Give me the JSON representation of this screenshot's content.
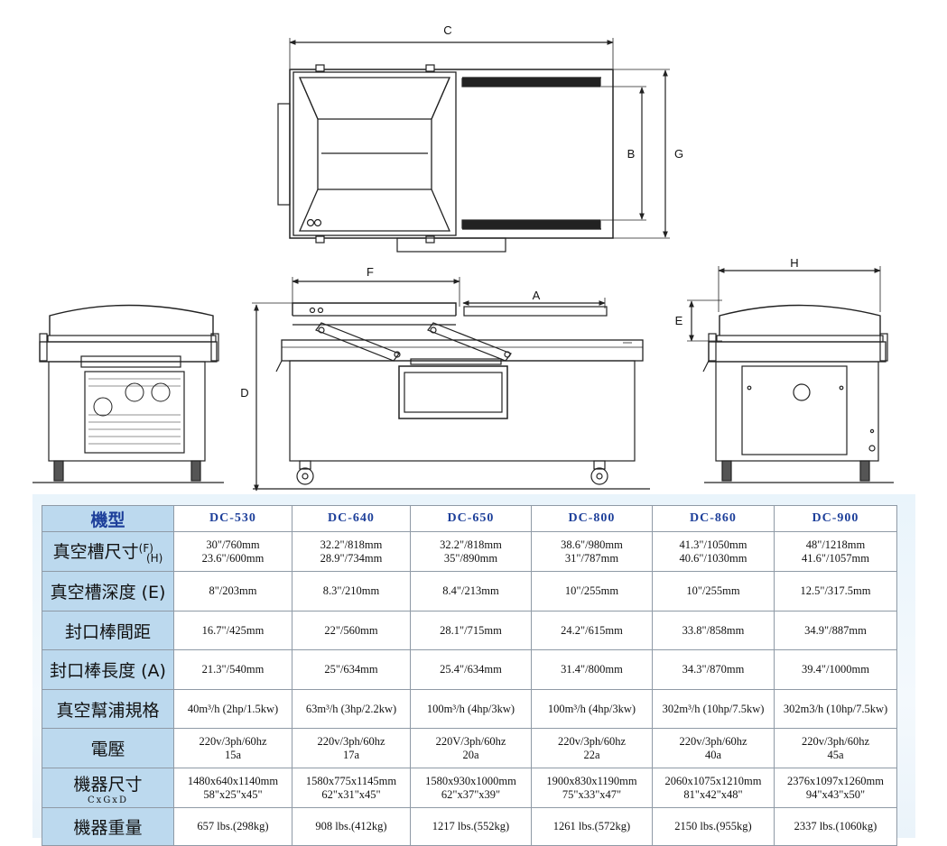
{
  "drawing": {
    "dimension_labels": {
      "C": "C",
      "B": "B",
      "G": "G",
      "F": "F",
      "A": "A",
      "D": "D",
      "H": "H",
      "E": "E"
    }
  },
  "table": {
    "header": {
      "label": "機型",
      "models": [
        "DC-530",
        "DC-640",
        "DC-650",
        "DC-800",
        "DC-860",
        "DC-900"
      ]
    },
    "rows": [
      {
        "id": "chamber-size",
        "label": "真空槽尺寸",
        "label_sup": "(F)",
        "label_sub": "(H)",
        "values": [
          [
            "30\"/760mm",
            "23.6\"/600mm"
          ],
          [
            "32.2\"/818mm",
            "28.9\"/734mm"
          ],
          [
            "32.2\"/818mm",
            "35\"/890mm"
          ],
          [
            "38.6\"/980mm",
            "31\"/787mm"
          ],
          [
            "41.3\"/1050mm",
            "40.6\"/1030mm"
          ],
          [
            "48\"/1218mm",
            "41.6\"/1057mm"
          ]
        ]
      },
      {
        "id": "chamber-depth",
        "label": "真空槽深度 (E)",
        "values": [
          [
            "8\"/203mm"
          ],
          [
            "8.3\"/210mm"
          ],
          [
            "8.4\"/213mm"
          ],
          [
            "10\"/255mm"
          ],
          [
            "10\"/255mm"
          ],
          [
            "12.5\"/317.5mm"
          ]
        ]
      },
      {
        "id": "seal-bar-distance",
        "label": "封口棒間距",
        "values": [
          [
            "16.7\"/425mm"
          ],
          [
            "22\"/560mm"
          ],
          [
            "28.1\"/715mm"
          ],
          [
            "24.2\"/615mm"
          ],
          [
            "33.8\"/858mm"
          ],
          [
            "34.9\"/887mm"
          ]
        ]
      },
      {
        "id": "seal-bar-length",
        "label": "封口棒長度 (A)",
        "values": [
          [
            "21.3\"/540mm"
          ],
          [
            "25\"/634mm"
          ],
          [
            "25.4\"/634mm"
          ],
          [
            "31.4\"/800mm"
          ],
          [
            "34.3\"/870mm"
          ],
          [
            "39.4\"/1000mm"
          ]
        ]
      },
      {
        "id": "vacuum-pump",
        "label": "真空幫浦規格",
        "values": [
          [
            "40m³/h (2hp/1.5kw)"
          ],
          [
            "63m³/h (3hp/2.2kw)"
          ],
          [
            "100m³/h (4hp/3kw)"
          ],
          [
            "100m³/h (4hp/3kw)"
          ],
          [
            "302m³/h (10hp/7.5kw)"
          ],
          [
            "302m3/h (10hp/7.5kw)"
          ]
        ]
      },
      {
        "id": "voltage",
        "label": "電壓",
        "values": [
          [
            "220v/3ph/60hz",
            "15a"
          ],
          [
            "220v/3ph/60hz",
            "17a"
          ],
          [
            "220V/3ph/60hz",
            "20a"
          ],
          [
            "220v/3ph/60hz",
            "22a"
          ],
          [
            "220v/3ph/60hz",
            "40a"
          ],
          [
            "220v/3ph/60hz",
            "45a"
          ]
        ]
      },
      {
        "id": "machine-size",
        "label": "機器尺寸",
        "label_note": "CxGxD",
        "values": [
          [
            "1480x640x1140mm",
            "58\"x25\"x45\""
          ],
          [
            "1580x775x1145mm",
            "62\"x31\"x45\""
          ],
          [
            "1580x930x1000mm",
            "62\"x37\"x39\""
          ],
          [
            "1900x830x1190mm",
            "75\"x33\"x47\""
          ],
          [
            "2060x1075x1210mm",
            "81\"x42\"x48\""
          ],
          [
            "2376x1097x1260mm",
            "94\"x43\"x50\""
          ]
        ]
      },
      {
        "id": "machine-weight",
        "label": "機器重量",
        "values": [
          [
            "657 lbs.(298kg)"
          ],
          [
            "908 lbs.(412kg)"
          ],
          [
            "1217 lbs.(552kg)"
          ],
          [
            "1261 lbs.(572kg)"
          ],
          [
            "2150 lbs.(955kg)"
          ],
          [
            "2337 lbs.(1060kg)"
          ]
        ]
      }
    ]
  }
}
